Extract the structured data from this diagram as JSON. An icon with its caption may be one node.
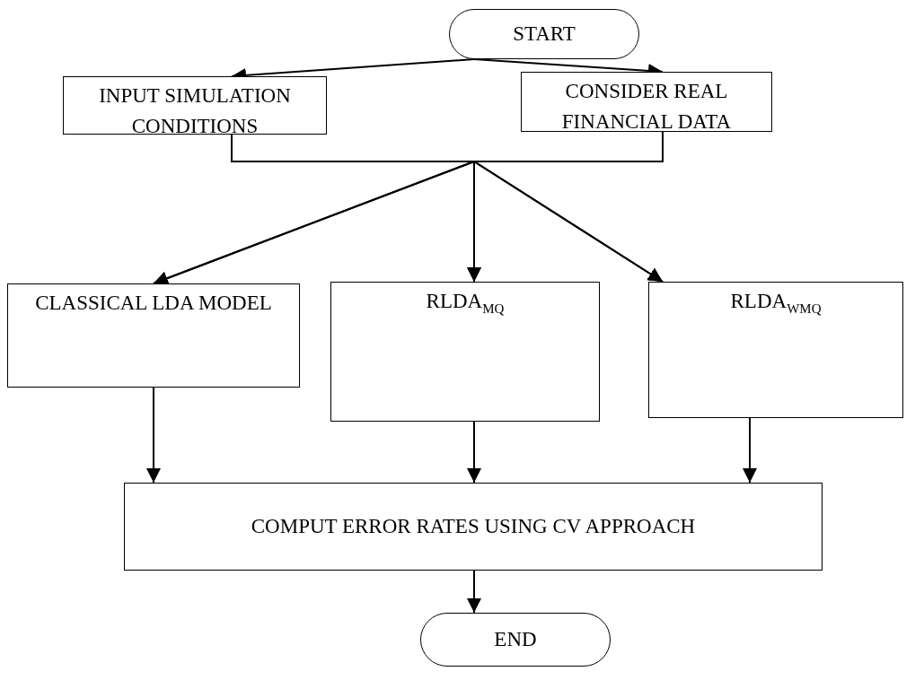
{
  "diagram": {
    "nodes": [
      {
        "text": [
          "START"
        ]
      },
      {
        "text": [
          "INPUT SIMULATION CONDITIONS"
        ]
      },
      {
        "text": [
          "CONSIDER REAL FINANCIAL DATA"
        ]
      },
      {
        "text": [
          "CLASSICAL LDA MODEL"
        ]
      },
      {
        "text": [
          "RLDA$_{MQ}$"
        ]
      },
      {
        "text": [
          "RLDA$_{WMQ}$"
        ]
      },
      {
        "text": [
          "COMPUT ERROR RATES USING CV APPROACH"
        ]
      },
      {
        "text": [
          "END"
        ]
      }
    ],
    "edges": [
      {
        "from": 0,
        "to": 1,
        "arrow": "to"
      },
      {
        "from": 0,
        "to": 2,
        "arrow": "to"
      },
      {
        "from": 1,
        "to": 3,
        "arrow": "to"
      },
      {
        "from": 1,
        "to": 4,
        "arrow": "to"
      },
      {
        "from": 1,
        "to": 5,
        "arrow": "to"
      },
      {
        "from": 2,
        "to": 3,
        "arrow": "to"
      },
      {
        "from": 2,
        "to": 4,
        "arrow": "to"
      },
      {
        "from": 2,
        "to": 5,
        "arrow": "to"
      },
      {
        "from": 3,
        "to": 6,
        "arrow": "to"
      },
      {
        "from": 4,
        "to": 6,
        "arrow": "to"
      },
      {
        "from": 5,
        "to": 6,
        "arrow": "to"
      },
      {
        "from": 6,
        "to": 7,
        "arrow": "to"
      }
    ]
  }
}
